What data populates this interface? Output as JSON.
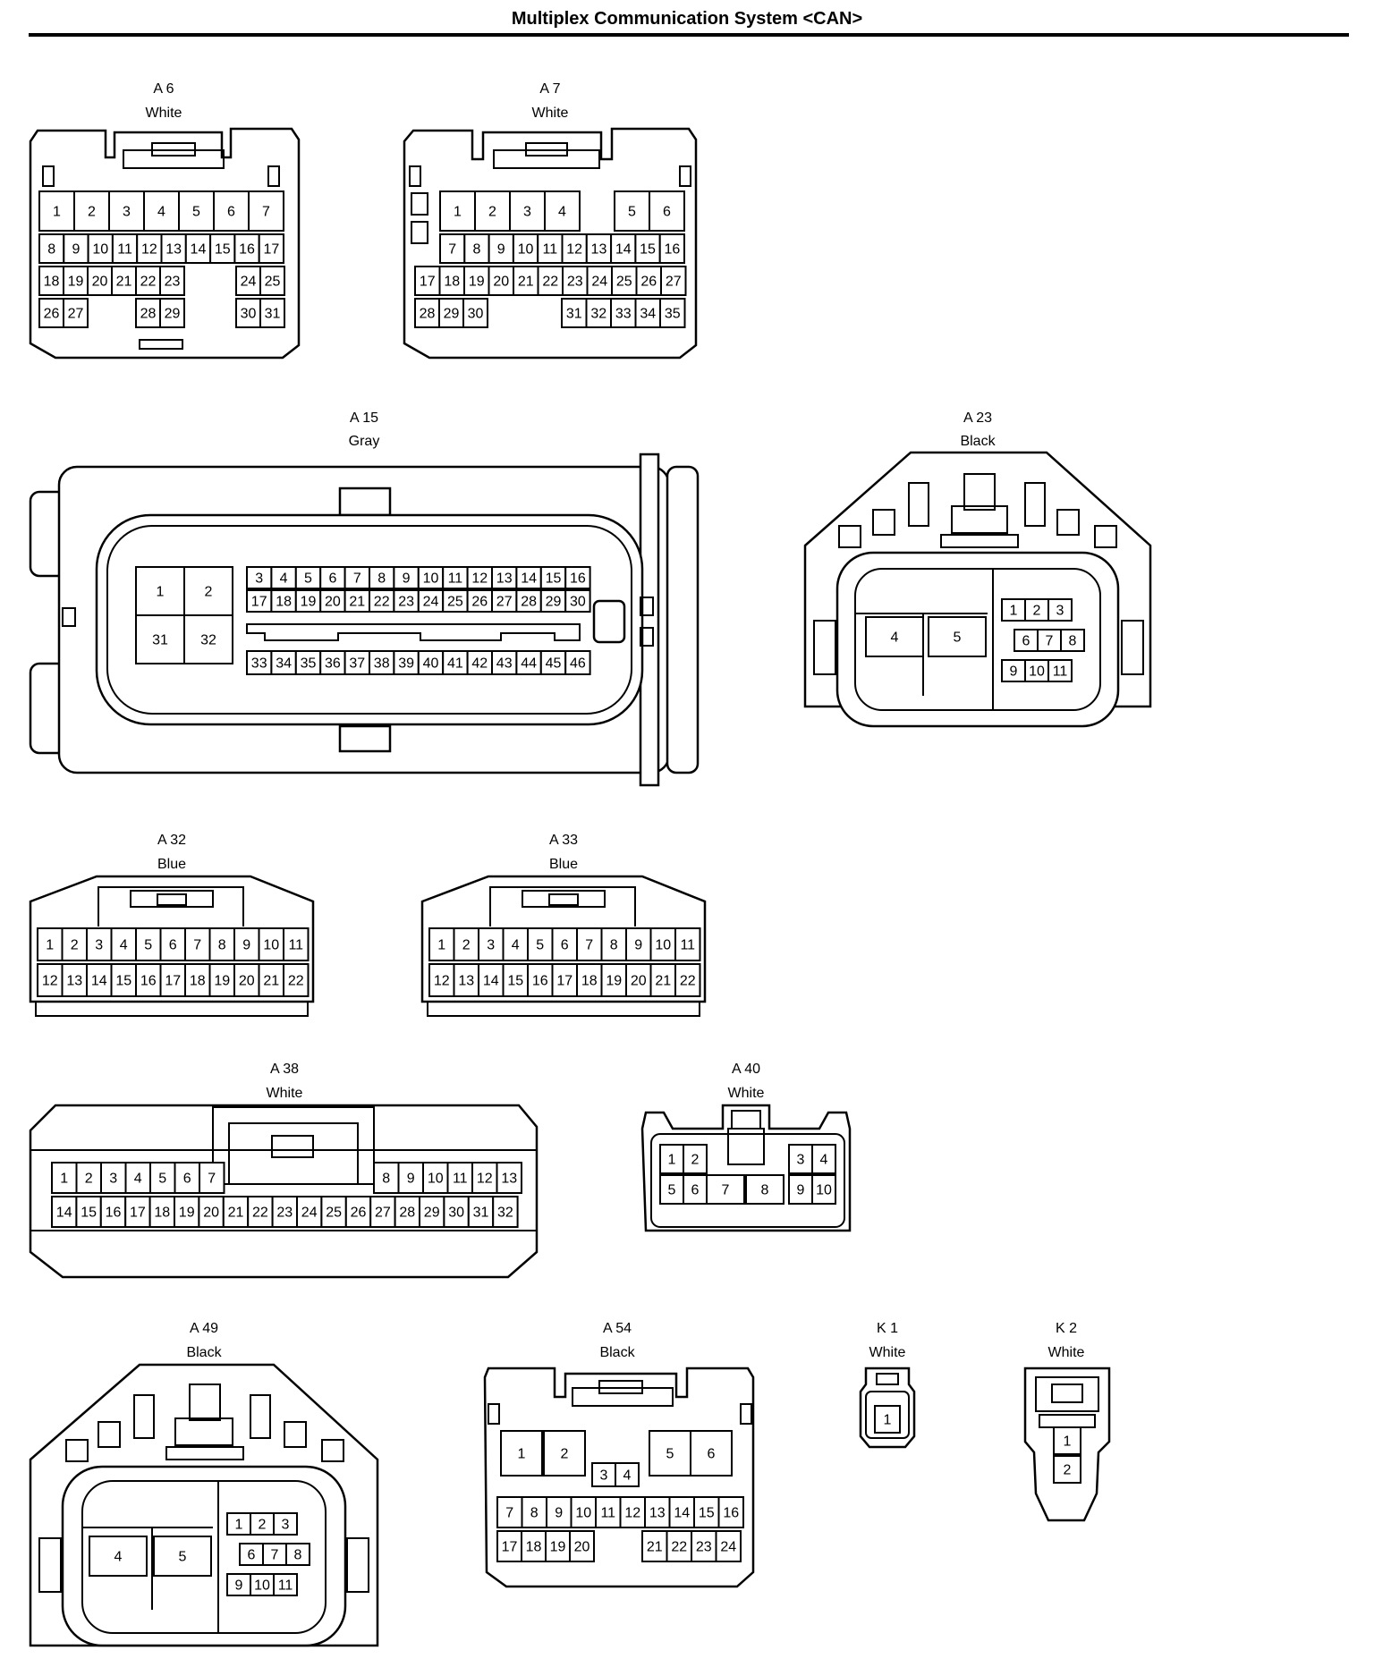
{
  "title": "Multiplex Communication System <CAN>",
  "connectors": [
    {
      "id": "A6",
      "name": "A 6",
      "color": "White",
      "rows": [
        [
          "1",
          "2",
          "3",
          "4",
          "5",
          "6",
          "7"
        ],
        [
          "8",
          "9",
          "10",
          "11",
          "12",
          "13",
          "14",
          "15",
          "16",
          "17"
        ],
        [
          "18",
          "19",
          "20",
          "21",
          "22",
          "23",
          "24",
          "25"
        ],
        [
          "26",
          "27",
          "28",
          "29",
          "30",
          "31"
        ]
      ]
    },
    {
      "id": "A7",
      "name": "A 7",
      "color": "White",
      "rows": [
        [
          "1",
          "2",
          "3",
          "4",
          "5",
          "6"
        ],
        [
          "7",
          "8",
          "9",
          "10",
          "11",
          "12",
          "13",
          "14",
          "15",
          "16"
        ],
        [
          "17",
          "18",
          "19",
          "20",
          "21",
          "22",
          "23",
          "24",
          "25",
          "26",
          "27"
        ],
        [
          "28",
          "29",
          "30",
          "31",
          "32",
          "33",
          "34",
          "35"
        ]
      ]
    },
    {
      "id": "A15",
      "name": "A 15",
      "color": "Gray",
      "big_pins": [
        "1",
        "2",
        "31",
        "32"
      ],
      "rows": [
        [
          "3",
          "4",
          "5",
          "6",
          "7",
          "8",
          "9",
          "10",
          "11",
          "12",
          "13",
          "14",
          "15",
          "16"
        ],
        [
          "17",
          "18",
          "19",
          "20",
          "21",
          "22",
          "23",
          "24",
          "25",
          "26",
          "27",
          "28",
          "29",
          "30"
        ],
        [
          "33",
          "34",
          "35",
          "36",
          "37",
          "38",
          "39",
          "40",
          "41",
          "42",
          "43",
          "44",
          "45",
          "46"
        ]
      ]
    },
    {
      "id": "A23",
      "name": "A 23",
      "color": "Black",
      "big_pins": [
        "4",
        "5"
      ],
      "rows": [
        [
          "1",
          "2",
          "3"
        ],
        [
          "6",
          "7",
          "8"
        ],
        [
          "9",
          "10",
          "11"
        ]
      ]
    },
    {
      "id": "A32",
      "name": "A 32",
      "color": "Blue",
      "rows": [
        [
          "1",
          "2",
          "3",
          "4",
          "5",
          "6",
          "7",
          "8",
          "9",
          "10",
          "11"
        ],
        [
          "12",
          "13",
          "14",
          "15",
          "16",
          "17",
          "18",
          "19",
          "20",
          "21",
          "22"
        ]
      ]
    },
    {
      "id": "A33",
      "name": "A 33",
      "color": "Blue",
      "rows": [
        [
          "1",
          "2",
          "3",
          "4",
          "5",
          "6",
          "7",
          "8",
          "9",
          "10",
          "11"
        ],
        [
          "12",
          "13",
          "14",
          "15",
          "16",
          "17",
          "18",
          "19",
          "20",
          "21",
          "22"
        ]
      ]
    },
    {
      "id": "A38",
      "name": "A 38",
      "color": "White",
      "rows": [
        [
          "1",
          "2",
          "3",
          "4",
          "5",
          "6",
          "7",
          "8",
          "9",
          "10",
          "11",
          "12",
          "13"
        ],
        [
          "14",
          "15",
          "16",
          "17",
          "18",
          "19",
          "20",
          "21",
          "22",
          "23",
          "24",
          "25",
          "26",
          "27",
          "28",
          "29",
          "30",
          "31",
          "32"
        ]
      ]
    },
    {
      "id": "A40",
      "name": "A 40",
      "color": "White",
      "rows": [
        [
          "1",
          "2",
          "3",
          "4"
        ],
        [
          "5",
          "6",
          "7",
          "8",
          "9",
          "10"
        ]
      ]
    },
    {
      "id": "A49",
      "name": "A 49",
      "color": "Black",
      "big_pins": [
        "4",
        "5"
      ],
      "rows": [
        [
          "1",
          "2",
          "3"
        ],
        [
          "6",
          "7",
          "8"
        ],
        [
          "9",
          "10",
          "11"
        ]
      ]
    },
    {
      "id": "A54",
      "name": "A 54",
      "color": "Black",
      "rows": [
        [
          "1",
          "2",
          "5",
          "6"
        ],
        [
          "3",
          "4"
        ],
        [
          "7",
          "8",
          "9",
          "10",
          "11",
          "12",
          "13",
          "14",
          "15",
          "16"
        ],
        [
          "17",
          "18",
          "19",
          "20",
          "21",
          "22",
          "23",
          "24"
        ]
      ]
    },
    {
      "id": "K1",
      "name": "K 1",
      "color": "White",
      "rows": [
        [
          "1"
        ]
      ]
    },
    {
      "id": "K2",
      "name": "K 2",
      "color": "White",
      "rows": [
        [
          "1"
        ],
        [
          "2"
        ]
      ]
    }
  ]
}
